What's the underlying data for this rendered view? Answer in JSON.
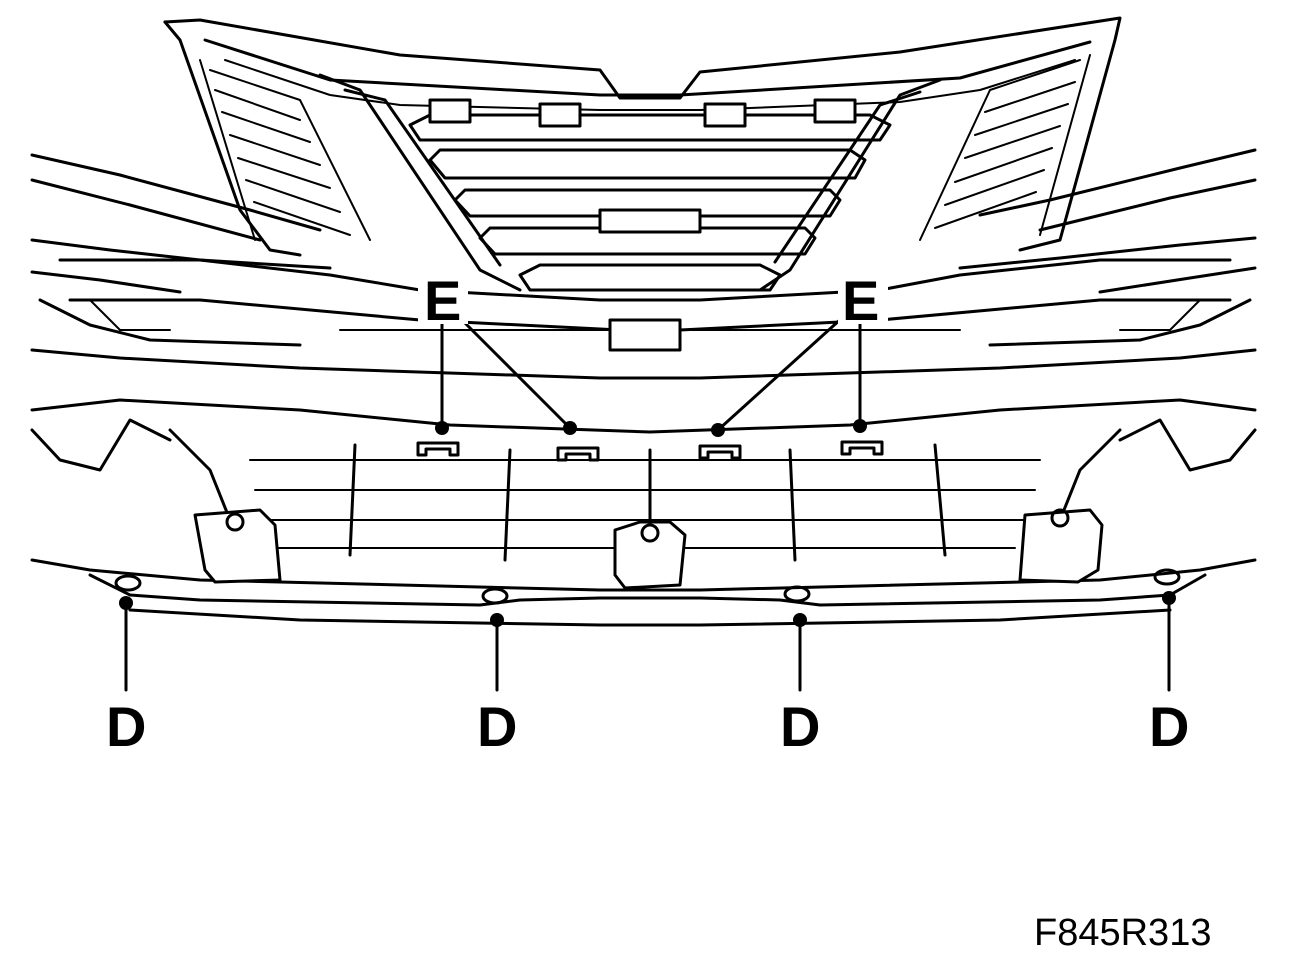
{
  "figure_id": "F845R313",
  "labels": {
    "e_left": "E",
    "e_right": "E",
    "d1": "D",
    "d2": "D",
    "d3": "D",
    "d4": "D"
  }
}
